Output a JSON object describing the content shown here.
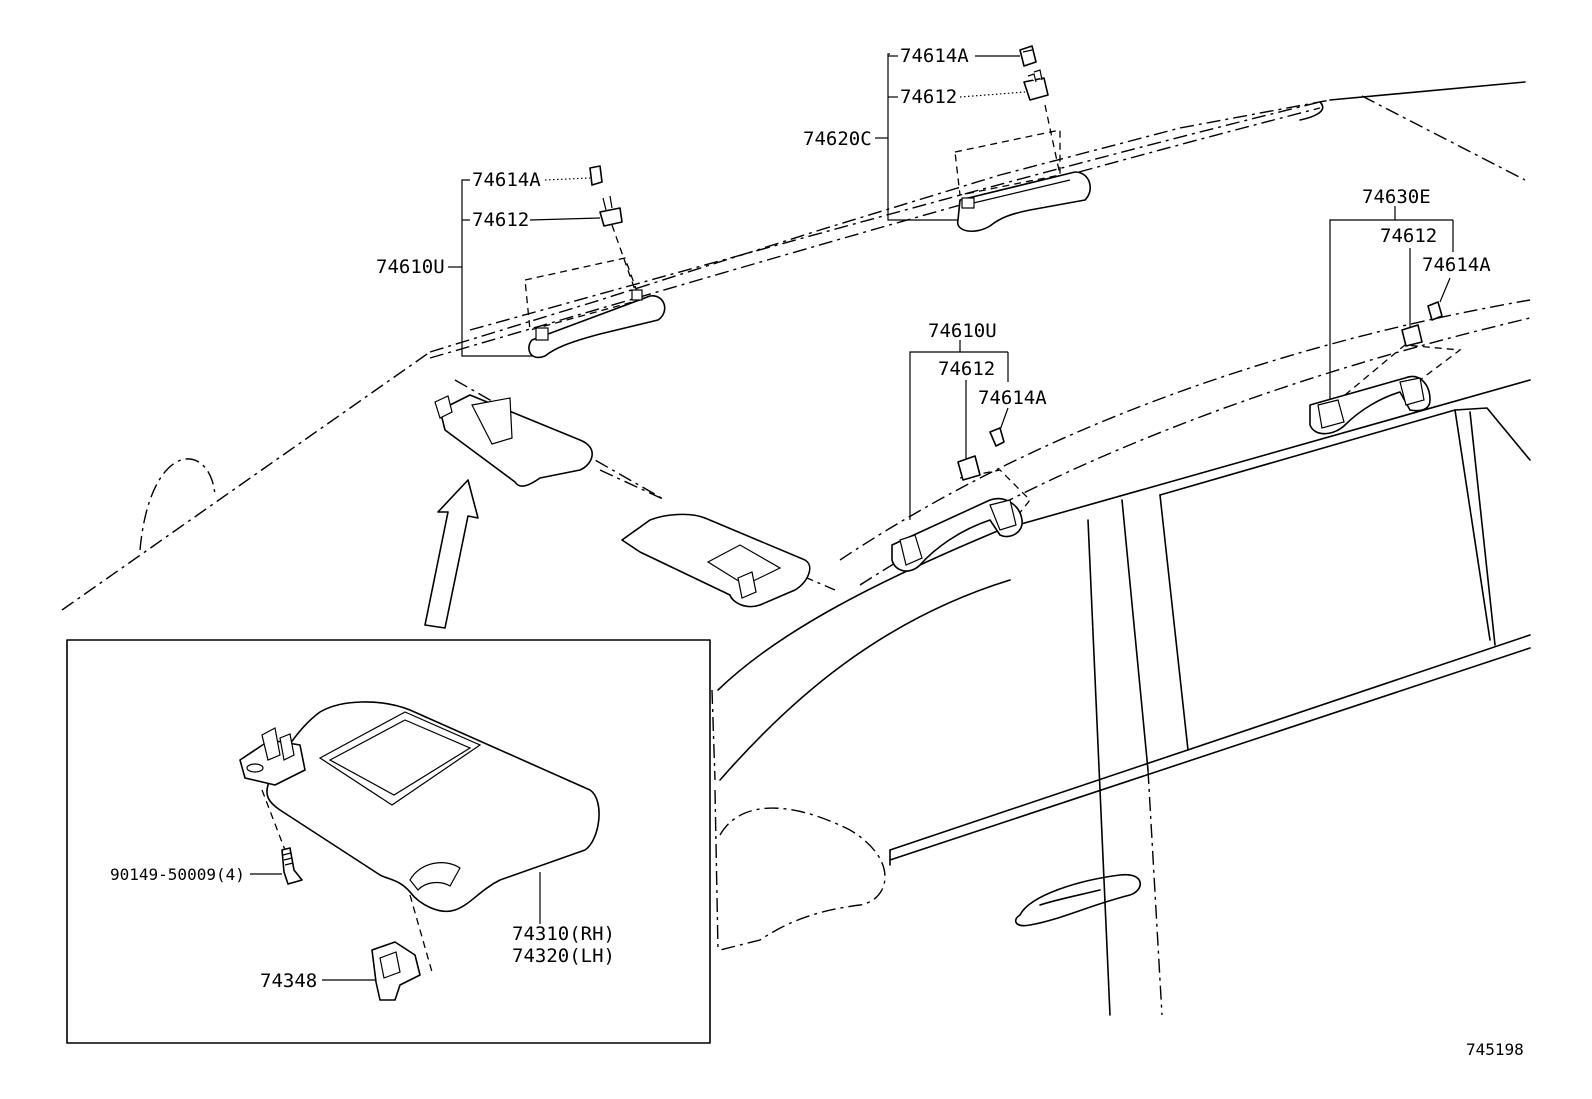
{
  "labels": {
    "clip_a_top": "74614A",
    "pin_top": "74612",
    "handle_top": "74620C",
    "clip_a_left": "74614A",
    "pin_left": "74612",
    "handle_left": "74610U",
    "handle_mid": "74610U",
    "pin_mid": "74612",
    "clip_a_mid": "74614A",
    "handle_rear": "74630E",
    "pin_rear": "74612",
    "clip_a_rear": "74614A",
    "screw": "90149-50009(4)",
    "visor_rh": "74310(RH)",
    "visor_lh": "74320(LH)",
    "visor_holder": "74348",
    "figure_id": "745198"
  }
}
